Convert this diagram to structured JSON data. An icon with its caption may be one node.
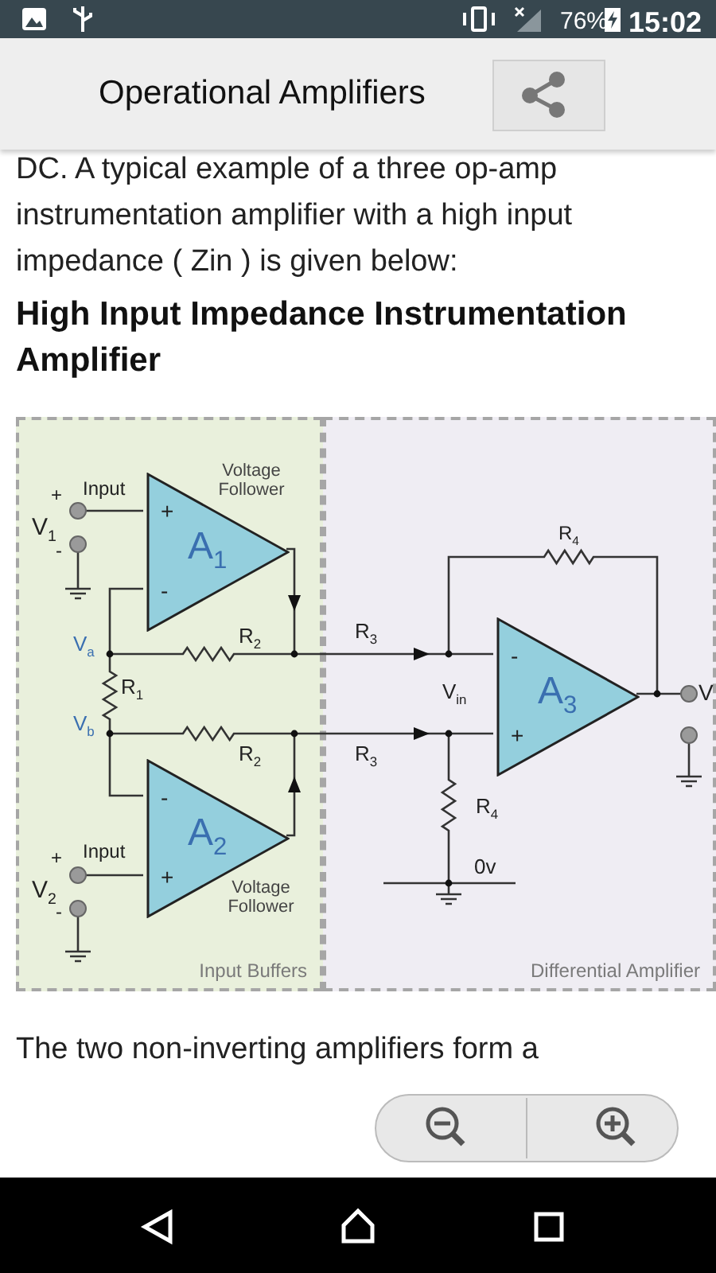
{
  "diagram": {
    "title": "High Input Impedance Instrumentation Amplifier",
    "nodes": [
      {
        "text": [
          "Input Buffers"
        ]
      },
      {
        "text": [
          "+",
          "A$_{1}$",
          "-"
        ],
        "in": 0
      },
      {
        "text": [
          "-",
          "A$_{2}$",
          "+"
        ],
        "in": 0
      },
      {
        "text": [
          "Differential Amplifier"
        ]
      },
      {
        "text": [
          "-",
          "A$_{3}$",
          "+"
        ],
        "in": 3
      }
    ],
    "labels": [
      "76%",
      "15:02",
      "Operational Amplifiers",
      "DC. A typical example of a three op-amp instrumentation amplifier with a high input impedance ( Zin ) is given below:",
      "+",
      "Input",
      "Voltage Follower",
      "V$_{1}$",
      "-",
      "R$_{4}$",
      "V$_{a}$",
      "R$_{2}$",
      "R$_{3}$",
      "R$_{1}$",
      "V$_{in}$",
      "V",
      "V$_{b}$",
      "R$_{2}$",
      "R$_{3}$",
      "R$_{4}$",
      "0v",
      "+",
      "Input",
      "V$_{2}$",
      "-",
      "Voltage Follower",
      "The two non-inverting amplifiers form a"
    ]
  }
}
